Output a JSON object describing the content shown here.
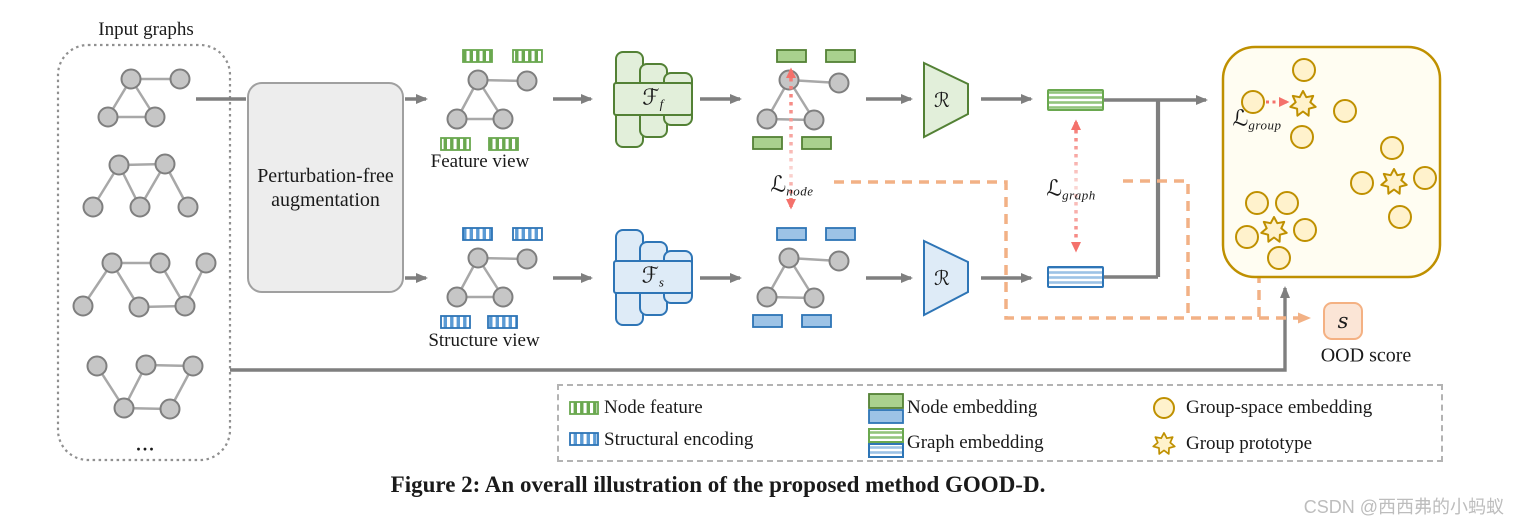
{
  "panels": {
    "input": {
      "title": "Input graphs",
      "ellipsis": "..."
    },
    "augmentation": {
      "label": "Perturbation-free augmentation"
    }
  },
  "views": {
    "feature": "Feature view",
    "structure": "Structure view"
  },
  "encoders": {
    "feature": {
      "symbol": "ℱ",
      "sub": "f"
    },
    "structure": {
      "symbol": "ℱ",
      "sub": "s"
    }
  },
  "readout": {
    "symbol": "ℛ"
  },
  "losses": {
    "node": {
      "symbol": "ℒ",
      "sub": "node"
    },
    "graph": {
      "symbol": "ℒ",
      "sub": "graph"
    },
    "group": {
      "symbol": "ℒ",
      "sub": "group"
    }
  },
  "score": {
    "symbol": "s",
    "label": "OOD score"
  },
  "legend": {
    "items": [
      {
        "label": "Node feature",
        "icon": "green-vertical-striped-swatch"
      },
      {
        "label": "Structural encoding",
        "icon": "blue-vertical-striped-swatch"
      },
      {
        "label": "Node embedding",
        "icon": "green-blue-solid-swatch"
      },
      {
        "label": "Graph embedding",
        "icon": "green-blue-horizontal-striped-swatch"
      },
      {
        "label": "Group-space embedding",
        "icon": "gold-circle-swatch"
      },
      {
        "label": "Group prototype",
        "icon": "gold-star-swatch"
      }
    ]
  },
  "caption": "Figure 2: An overall illustration of the proposed method GOOD-D.",
  "watermark": "CSDN @西西弗的小蚂蚁",
  "colors": {
    "feature_green": "#6aa84f",
    "feature_green_dark": "#538135",
    "feature_green_fill": "#a9d18e",
    "feature_green_light": "#e2efda",
    "structure_blue": "#5b9bd5",
    "structure_blue_dark": "#2e75b6",
    "structure_blue_fill": "#9dc3e6",
    "structure_blue_light": "#deebf7",
    "node_gray": "#c6c6c6",
    "arrow_gray": "#7f7f7f",
    "loss_red": "#f4716b",
    "score_orange": "#f2b185",
    "score_box_fill": "#fbe5d6",
    "gold": "#bf9000",
    "gold_fill": "#fff2cc",
    "group_box_fill": "#fffdf2"
  }
}
